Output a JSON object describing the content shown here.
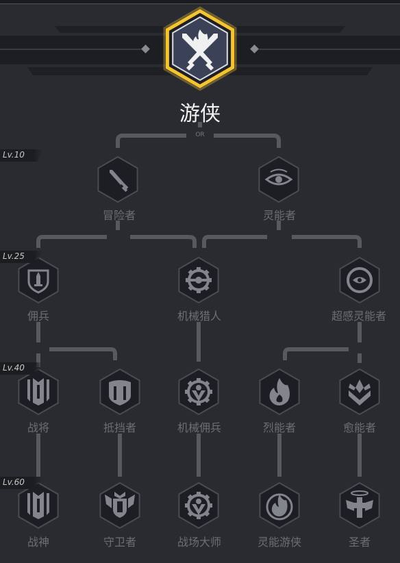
{
  "root": {
    "name": "游侠",
    "icon": "crossed-swords-flame-icon"
  },
  "branch_or": "OR",
  "levels": [
    {
      "label": "Lv.10"
    },
    {
      "label": "Lv.25"
    },
    {
      "label": "Lv.40"
    },
    {
      "label": "Lv.60"
    }
  ],
  "nodes": {
    "adventurer": {
      "name": "冒险者",
      "icon": "sword-icon"
    },
    "psychic": {
      "name": "灵能者",
      "icon": "eye-icon"
    },
    "mercenary": {
      "name": "佣兵",
      "icon": "shield-sword-icon"
    },
    "mech_hunter": {
      "name": "机械猎人",
      "icon": "gear-icon"
    },
    "super_psychic": {
      "name": "超感灵能者",
      "icon": "orb-eye-icon"
    },
    "warlord": {
      "name": "战将",
      "icon": "banner-swords-icon"
    },
    "guardian": {
      "name": "抵挡者",
      "icon": "tower-shield-icon"
    },
    "mech_mercenary": {
      "name": "机械佣兵",
      "icon": "gear-emblem-icon"
    },
    "pyro_psychic": {
      "name": "烈能者",
      "icon": "fire-icon"
    },
    "healer": {
      "name": "愈能者",
      "icon": "chevron-crest-icon"
    },
    "war_god": {
      "name": "战神",
      "icon": "banner-swords-icon"
    },
    "defender": {
      "name": "守卫者",
      "icon": "winged-shield-icon"
    },
    "battle_master": {
      "name": "战场大师",
      "icon": "gear-emblem-icon"
    },
    "psychic_ranger": {
      "name": "灵能游侠",
      "icon": "fire-emblem-icon"
    },
    "saint": {
      "name": "圣者",
      "icon": "halo-cross-icon"
    }
  },
  "colors": {
    "background": "#2a2b30",
    "node_fill": "#1c1e24",
    "node_border": "#4a4c52",
    "icon_locked": "#82858c",
    "root_border": "#f5c431",
    "root_fill": "#3b4258",
    "connector": "#58595d",
    "label_locked": "#6d6e73"
  }
}
